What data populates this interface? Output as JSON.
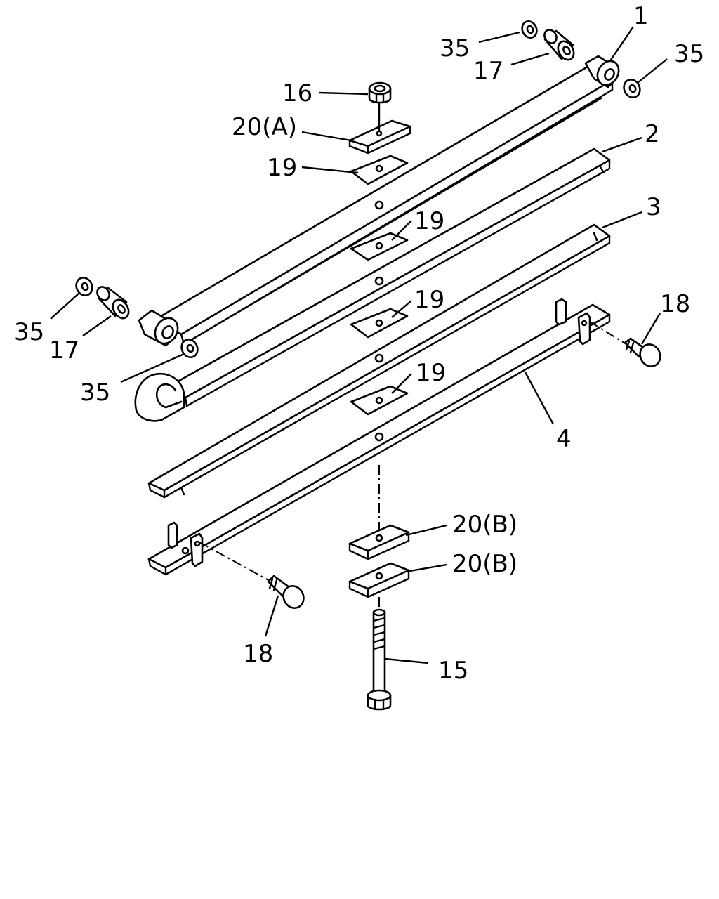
{
  "callouts": {
    "leaf_1": "1",
    "leaf_2": "2",
    "leaf_3": "3",
    "leaf_4": "4",
    "bolt_15": "15",
    "nut_16": "16",
    "bushing_17_right": "17",
    "bushing_17_left": "17",
    "bolt_18_right": "18",
    "bolt_18_left": "18",
    "pad_19_top": "19",
    "pad_19_leaf2": "19",
    "pad_19_leaf3": "19",
    "pad_19_leaf4": "19",
    "plate_20A": "20(A)",
    "plate_20B_upper": "20(B)",
    "plate_20B_lower": "20(B)",
    "washer_35_top_left": "35",
    "washer_35_top_right": "35",
    "washer_35_left": "35",
    "washer_35_eye": "35"
  }
}
